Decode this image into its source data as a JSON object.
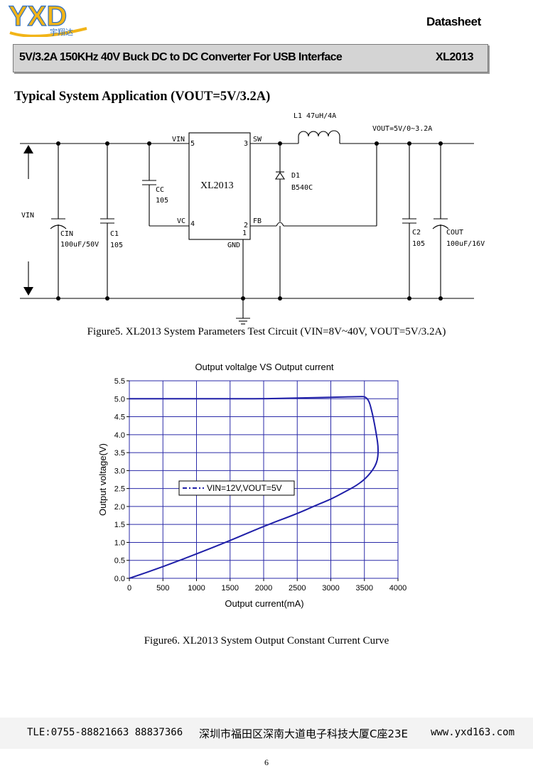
{
  "header": {
    "logo_text": "YXD",
    "logo_subtext": "宇翔达",
    "doc_type": "Datasheet",
    "title": "5V/3.2A 150KHz 40V Buck DC to DC Converter For USB Interface",
    "part_number": "XL2013",
    "brand_colors": {
      "logo_yellow": "#f2b417",
      "logo_blue": "#2e6fc4",
      "title_bar": "#d4d4d4"
    }
  },
  "section_title": "Typical System Application (VOUT=5V/3.2A)",
  "circuit": {
    "ic_name": "XL2013",
    "pins": {
      "vin": "VIN",
      "vin_no": "5",
      "sw": "SW",
      "sw_no": "3",
      "vc": "VC",
      "vc_no": "4",
      "fb": "FB",
      "fb_no": "2",
      "gnd_no": "1",
      "gnd": "GND"
    },
    "inductor": "L1 47uH/4A",
    "vout_label": "VOUT=5V/0~3.2A",
    "diode_name": "D1",
    "diode_part": "B540C",
    "cc_name": "CC",
    "cc_value": "105",
    "cin_name": "CIN",
    "cin_value": "100uF/50V",
    "c1_name": "C1",
    "c1_value": "105",
    "c2_name": "C2",
    "c2_value": "105",
    "cout_name": "COUT",
    "cout_value": "100uF/16V",
    "vin_label": "VIN"
  },
  "figure5_caption": "Figure5. XL2013 System Parameters Test Circuit (VIN=8V~40V, VOUT=5V/3.2A)",
  "chart_data": {
    "type": "line",
    "title": "Output voltalge VS Output current",
    "xlabel": "Output current(mA)",
    "ylabel": "Output voltage(V)",
    "xlim": [
      0,
      4000
    ],
    "ylim": [
      0,
      5.5
    ],
    "x_ticks": [
      "0",
      "500",
      "1000",
      "1500",
      "2000",
      "2500",
      "3000",
      "3500",
      "4000"
    ],
    "y_ticks": [
      "0.0",
      "0.5",
      "1.0",
      "1.5",
      "2.0",
      "2.5",
      "3.0",
      "3.5",
      "4.0",
      "4.5",
      "5.0",
      "5.5"
    ],
    "grid": true,
    "legend_position": "center-left",
    "series": [
      {
        "name": "VIN=12V,VOUT=5V",
        "color": "#1f1fa8",
        "points": [
          [
            0,
            5.0
          ],
          [
            1000,
            5.0
          ],
          [
            2000,
            5.0
          ],
          [
            2500,
            5.02
          ],
          [
            3000,
            5.04
          ],
          [
            3400,
            5.06
          ],
          [
            3550,
            5.06
          ],
          [
            3620,
            4.6
          ],
          [
            3680,
            4.0
          ],
          [
            3710,
            3.6
          ],
          [
            3690,
            3.2
          ],
          [
            3560,
            2.85
          ],
          [
            3400,
            2.6
          ],
          [
            3200,
            2.4
          ],
          [
            3000,
            2.2
          ],
          [
            2800,
            2.05
          ],
          [
            2500,
            1.8
          ],
          [
            2000,
            1.45
          ],
          [
            1500,
            1.05
          ],
          [
            1000,
            0.68
          ],
          [
            500,
            0.32
          ],
          [
            0,
            0.0
          ]
        ]
      }
    ]
  },
  "figure6_caption": "Figure6. XL2013 System Output Constant Current Curve",
  "footer": {
    "tel": "TLE:0755-88821663  88837366",
    "address": "深圳市福田区深南大道电子科技大厦C座23E",
    "website": "www.yxd163.com"
  },
  "page_number": "6"
}
